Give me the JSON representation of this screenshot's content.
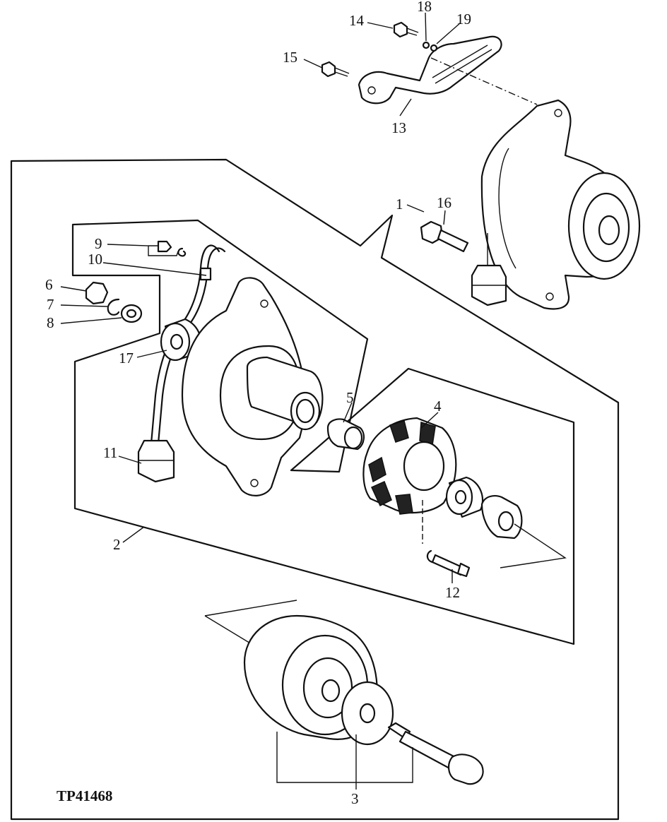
{
  "figure_code": "TP41468",
  "callouts": {
    "c1": "1",
    "c2": "2",
    "c3": "3",
    "c4": "4",
    "c5": "5",
    "c6": "6",
    "c7": "7",
    "c8": "8",
    "c9": "9",
    "c10": "10",
    "c11": "11",
    "c12": "12",
    "c13": "13",
    "c14": "14",
    "c15": "15",
    "c16": "16",
    "c17": "17",
    "c18": "18",
    "c19": "19"
  }
}
